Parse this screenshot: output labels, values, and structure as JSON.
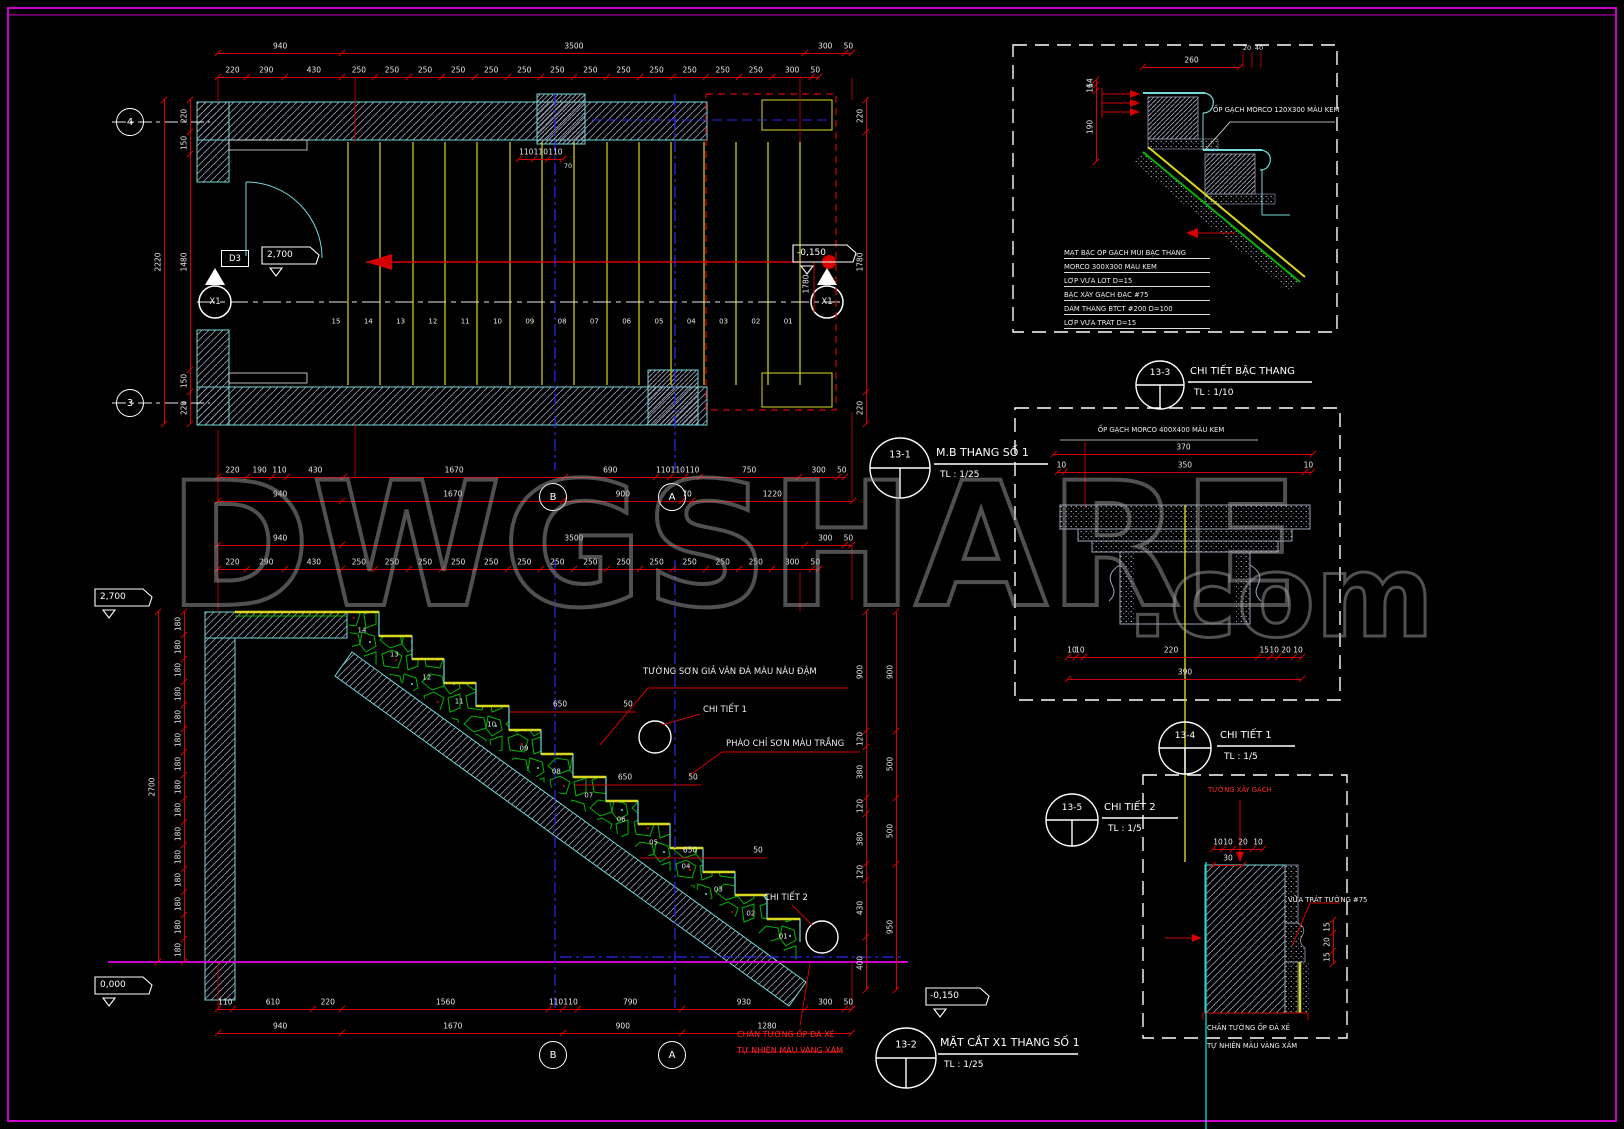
{
  "watermark": {
    "text": "DWGSHARE",
    "suffix": ".com"
  },
  "plan": {
    "callout": {
      "no": "13-1",
      "name": "M.B THANG SỐ 1",
      "scale": "TL : 1/25"
    },
    "grid": {
      "row_top": "4",
      "row_bottom": "3",
      "col_b": "B",
      "col_a": "A",
      "section_left": "X1",
      "section_right": "X1"
    },
    "door_label": "D3",
    "level_upper": "2,700",
    "level_lower": "-0,150",
    "dim_width": "1780",
    "dim_70": "70",
    "small_dims": [
      "110",
      "110",
      "110"
    ],
    "steps": [
      "15",
      "14",
      "13",
      "12",
      "11",
      "10",
      "09",
      "08",
      "07",
      "06",
      "05",
      "04",
      "03",
      "02",
      "01"
    ],
    "dims_top_total": [
      "940",
      "3500",
      "300",
      "50"
    ],
    "dims_top": [
      "220",
      "290",
      "430",
      "250",
      "250",
      "250",
      "250",
      "250",
      "250",
      "250",
      "250",
      "250",
      "250",
      "250",
      "250",
      "250",
      "300",
      "50"
    ],
    "dims_bottom": [
      "220",
      "190",
      "110",
      "430",
      "1670",
      "690",
      "110",
      "110",
      "110",
      "750",
      "300",
      "50"
    ],
    "dims_bottom_total": [
      "940",
      "1670",
      "900",
      "70",
      "1220"
    ],
    "dims_left_total": [
      "2220"
    ],
    "dims_left": [
      "220",
      "150",
      "1480",
      "150",
      "220"
    ],
    "dims_right": [
      "220",
      "1780",
      "220"
    ]
  },
  "section": {
    "callout": {
      "no": "13-2",
      "name": "MẶT CẮT X1 THANG SỐ 1",
      "scale": "TL : 1/25"
    },
    "grid": {
      "col_b": "B",
      "col_a": "A"
    },
    "level_upper": "2,700",
    "level_zero": "0,000",
    "level_lower": "-0,150",
    "dims_top_total": [
      "940",
      "3500",
      "300",
      "50"
    ],
    "dims_top": [
      "220",
      "290",
      "430",
      "250",
      "250",
      "250",
      "250",
      "250",
      "250",
      "250",
      "250",
      "250",
      "250",
      "250",
      "250",
      "250",
      "300",
      "50"
    ],
    "dims_bottom": [
      "110",
      "610",
      "220",
      "1560",
      "110",
      "110",
      "790",
      "930",
      "300",
      "50"
    ],
    "dims_bottom_total": [
      "940",
      "1670",
      "900",
      "1280"
    ],
    "dims_risers": [
      "180",
      "180",
      "180",
      "180",
      "180",
      "180",
      "180",
      "180",
      "180",
      "180",
      "180",
      "180",
      "180",
      "180",
      "180"
    ],
    "dims_height_total": [
      "2700"
    ],
    "dims_right": [
      "900",
      "120",
      "380",
      "120",
      "380",
      "120",
      "430",
      "400"
    ],
    "dims_right_total": [
      "900",
      "500",
      "500",
      "950"
    ],
    "steps": [
      "14",
      "13",
      "12",
      "11",
      "10",
      "09",
      "08",
      "07",
      "06",
      "05",
      "04",
      "03",
      "02",
      "01"
    ],
    "tread_dim": "650",
    "nosing_dim": "50",
    "label_wall_finish": "TƯỜNG SƠN GIẢ VÂN ĐÁ MÀU NÂU ĐẬM",
    "label_detail1": "CHI TIẾT 1",
    "label_molding": "PHÀO CHỈ SƠN MÀU TRẮNG",
    "label_detail2": "CHI TIẾT 2",
    "note_line1": "CHÂN TƯỜNG ỐP ĐÁ XẺ",
    "note_line2": "TỰ NHIÊN MÀU VÀNG XÁM"
  },
  "detail_step": {
    "callout": {
      "no": "13-3",
      "name": "CHI TIẾT BẬC THANG",
      "scale": "TL : 1/10"
    },
    "label_tile": "ỐP GẠCH MORCO 120X300 MÀU KEM",
    "dims_top": [
      "260"
    ],
    "dim_20": "20",
    "dim_40": "40",
    "dims_left": [
      "14",
      "16",
      "190"
    ],
    "notes": [
      "MẶT BẬC ỐP GẠCH MŨI BẬC THANG",
      "MORCO 300X300 MÀU KEM",
      "LỚP VỮA LÓT D=15",
      "BẬC XÂY GẠCH ĐẶC #75",
      "DẦM THANG BTCT #200 D=100",
      "LỚP VỮA TRÁT D=15"
    ]
  },
  "detail_1": {
    "callout": {
      "no": "13-4",
      "name": "CHI TIẾT 1",
      "scale": "TL : 1/5"
    },
    "label_tile": "ỐP GẠCH MORCO 400X400 MÀU KEM",
    "dims_row1": [
      "370"
    ],
    "dims_row2": [
      "10",
      "350",
      "10"
    ],
    "dims_bottom": [
      "10",
      "10",
      "220",
      "15",
      "10",
      "20",
      "10"
    ],
    "dims_total": [
      "390"
    ]
  },
  "detail_2": {
    "callout": {
      "no": "13-5",
      "name": "CHI TIẾT 2",
      "scale": "TL : 1/5"
    },
    "label_brick": "TƯỜNG XÂY GẠCH",
    "label_plaster": "VỮA TRÁT TƯỜNG #75",
    "dims_top": [
      "10",
      "10",
      "20",
      "10"
    ],
    "dims_top2": [
      "30"
    ],
    "dims_right": [
      "15",
      "20",
      "15"
    ],
    "note_line1": "CHÂN TƯỜNG ỐP ĐÁ XẺ",
    "note_line2": "TỰ NHIÊN MÀU VÀNG XÁM"
  }
}
